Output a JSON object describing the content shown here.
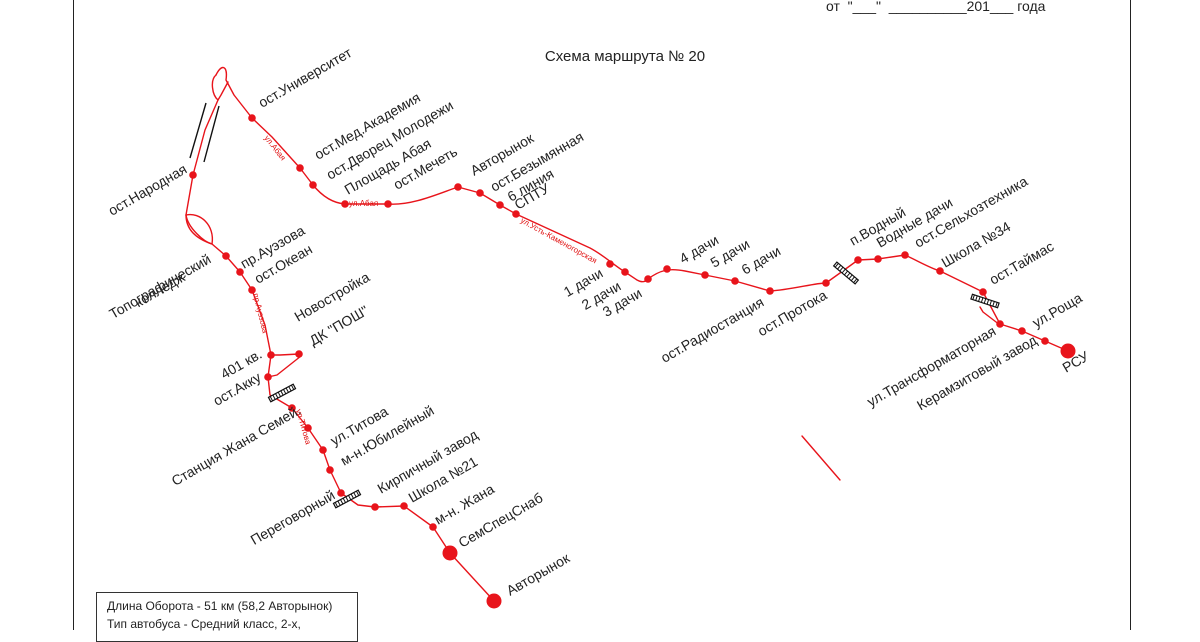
{
  "header": {
    "date_line": "от  \"___\"  __________201___ года"
  },
  "map": {
    "title": "Схема маршрута № 20",
    "route_color": "#e8141b",
    "label_color": "#222222",
    "stops": [
      {
        "name": "ост.Университет"
      },
      {
        "name": "ост.Мед.Академия"
      },
      {
        "name": "ост.Дворец Молодежи"
      },
      {
        "name": "Площадь Абая"
      },
      {
        "name": "ост.Мечеть"
      },
      {
        "name": "Авторынок"
      },
      {
        "name": "ост.Безымянная"
      },
      {
        "name": "6 линия"
      },
      {
        "name": "СПТУ"
      },
      {
        "name": "ост.Народная"
      },
      {
        "name": "Топографический"
      },
      {
        "name": "колледж"
      },
      {
        "name": "пр.Ауэзова"
      },
      {
        "name": "ост.Океан"
      },
      {
        "name": "Новостройка"
      },
      {
        "name": "ДК \"ПОШ\""
      },
      {
        "name": "401 кв."
      },
      {
        "name": "ост.Акку"
      },
      {
        "name": "Станция Жана Семей."
      },
      {
        "name": "ул.Титова"
      },
      {
        "name": "м-н.Юбилейный"
      },
      {
        "name": "Кирпичный завод"
      },
      {
        "name": "Переговорный"
      },
      {
        "name": "Школа №21"
      },
      {
        "name": "м-н. Жана"
      },
      {
        "name": "СемСпецСнаб"
      },
      {
        "name": "Авторынок"
      },
      {
        "name": "1 дачи"
      },
      {
        "name": "2 дачи"
      },
      {
        "name": "3 дачи"
      },
      {
        "name": "4 дачи"
      },
      {
        "name": "5 дачи"
      },
      {
        "name": "6 дачи"
      },
      {
        "name": "ост.Радиостанция"
      },
      {
        "name": "ост.Протока"
      },
      {
        "name": "п.Водный"
      },
      {
        "name": "Водные дачи"
      },
      {
        "name": "ост.Сельхозтехника"
      },
      {
        "name": "Школа №34"
      },
      {
        "name": "ост.Таймас"
      },
      {
        "name": "ул.Роща"
      },
      {
        "name": "ул.Трансформаторная"
      },
      {
        "name": "Керамзитовый завод"
      },
      {
        "name": "РСУ"
      }
    ],
    "streets": [
      {
        "name": "ул.Абая"
      },
      {
        "name": "ул.Абая"
      },
      {
        "name": "ул.Усть-Каменогорская"
      },
      {
        "name": "пр.Ауэзова"
      },
      {
        "name": "ул.Титова"
      }
    ]
  },
  "info": {
    "line1": "Длина Оборота - 51 км (58,2 Авторынок)",
    "line2": "Тип автобуса - Средний класс, 2-х,"
  }
}
